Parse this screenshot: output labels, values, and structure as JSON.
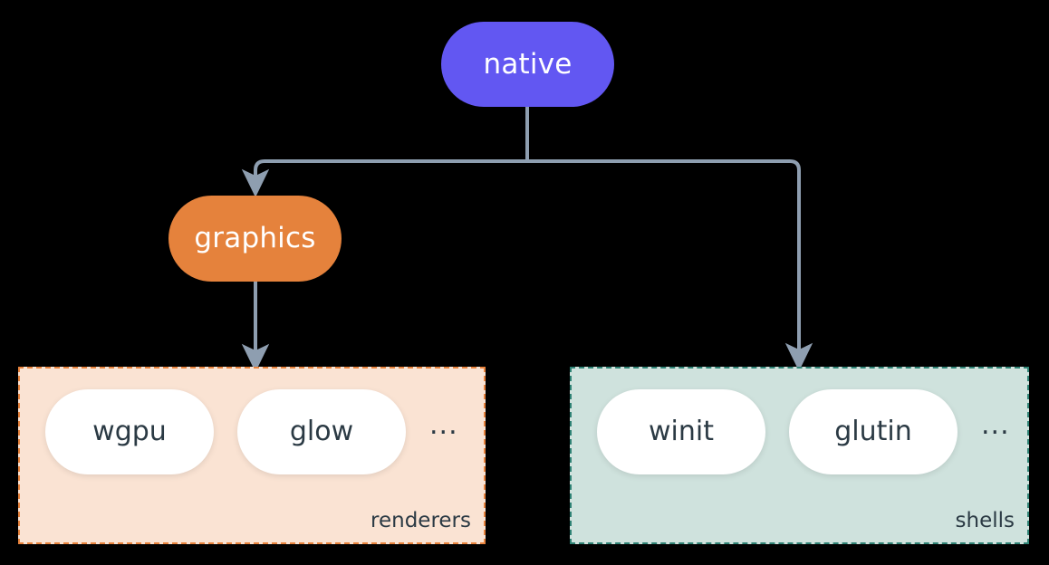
{
  "diagram": {
    "background_color": "#000000",
    "title_node": {
      "label": "native",
      "color": "#6257f2"
    },
    "graphics_node": {
      "label": "graphics",
      "color": "#e5823c"
    },
    "edge_color": "#8e9eb0",
    "groups": [
      {
        "name": "renderers",
        "label": "renderers",
        "fill_color": "#fae3d3",
        "border_color": "#e8833d",
        "items": [
          "wgpu",
          "glow"
        ],
        "more": "..."
      },
      {
        "name": "shells",
        "label": "shells",
        "fill_color": "#cfe2dd",
        "border_color": "#2f8375",
        "items": [
          "winit",
          "glutin"
        ],
        "more": "..."
      }
    ]
  }
}
